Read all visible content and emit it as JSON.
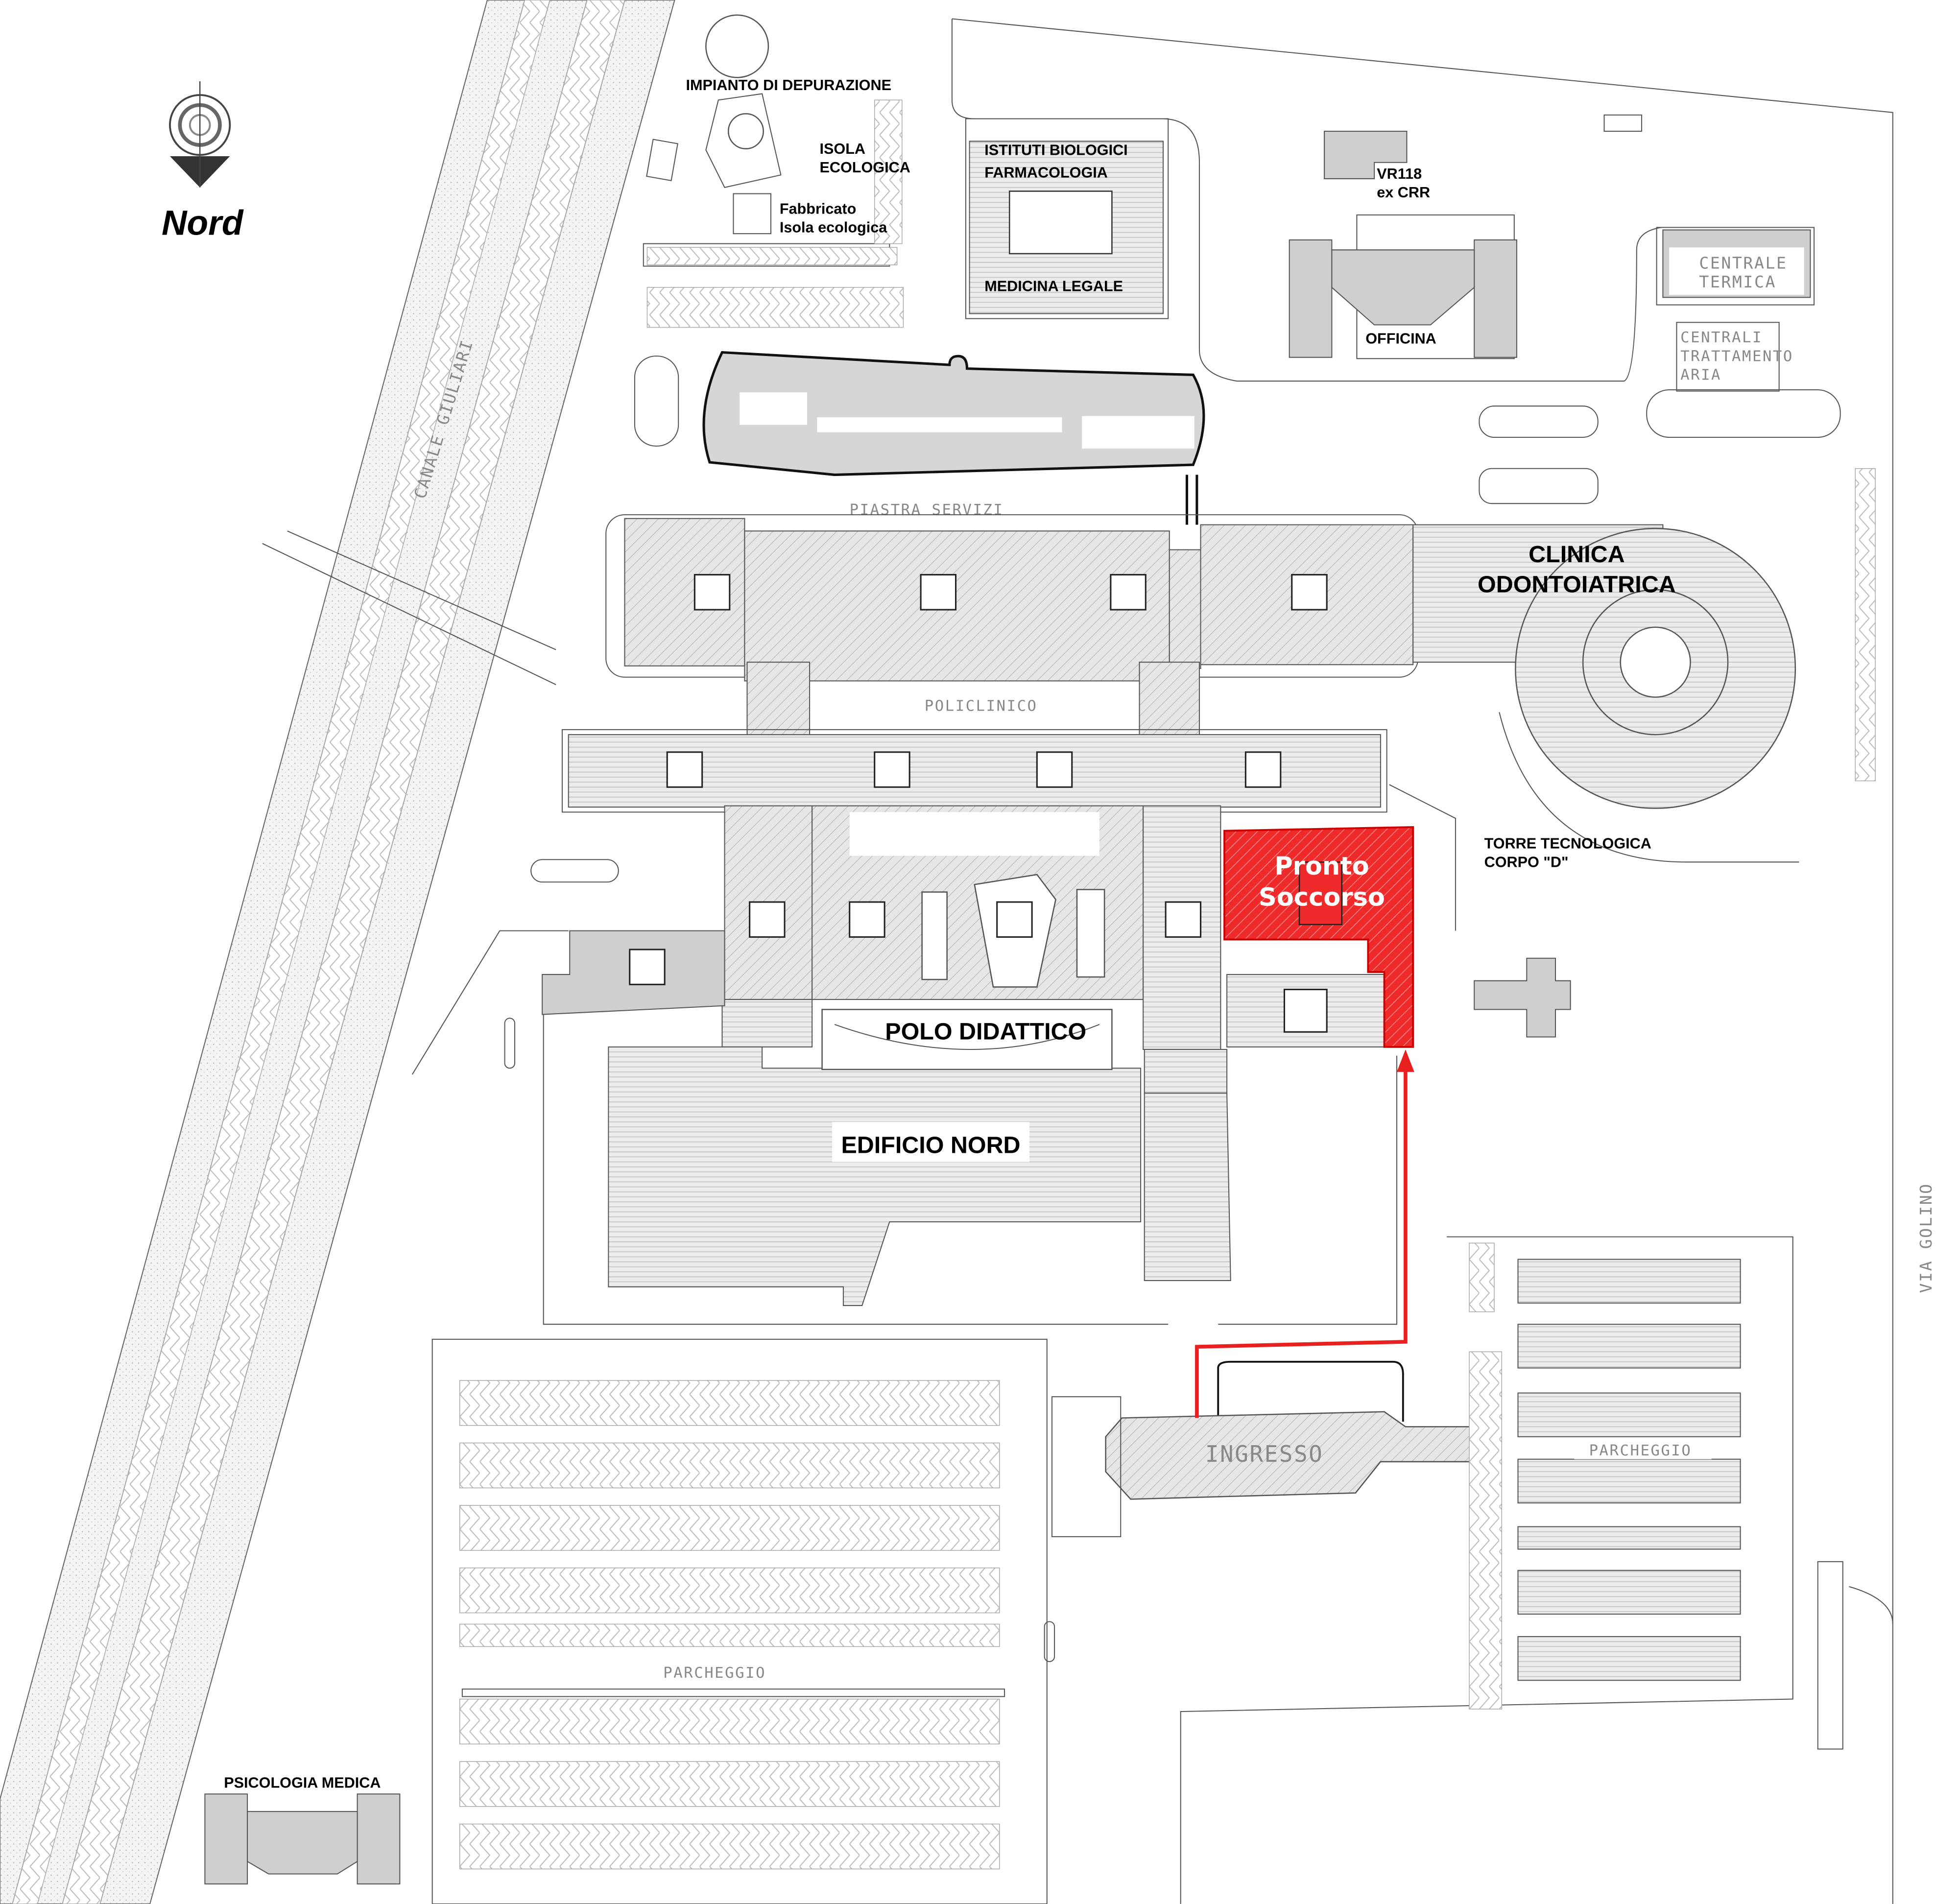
{
  "compass": {
    "label": "Nord"
  },
  "labels": {
    "depurazione": "IMPIANTO DI DEPURAZIONE",
    "isola_1": "ISOLA",
    "isola_2": "ECOLOGICA",
    "fabbricato_1": "Fabbricato",
    "fabbricato_2": "Isola ecologica",
    "istituti": "ISTITUTI BIOLOGICI",
    "farmacologia": "FARMACOLOGIA",
    "medicina_legale": "MEDICINA LEGALE",
    "vr118_1": "VR118",
    "vr118_2": "ex CRR",
    "officina": "OFFICINA",
    "centrale_1": "CENTRALE",
    "centrale_2": "TERMICA",
    "centrali_1": "CENTRALI",
    "centrali_2": "TRATTAMENTO",
    "centrali_3": "ARIA",
    "canale": "CANALE GIULIARI",
    "piastra": "PIASTRA SERVIZI",
    "clinica_1": "CLINICA",
    "clinica_2": "ODONTOIATRICA",
    "policlinico": "POLICLINICO",
    "torre_1": "TORRE TECNOLOGICA",
    "torre_2": "CORPO \"D\"",
    "pronto_1": "Pronto",
    "pronto_2": "Soccorso",
    "polo": "POLO DIDATTICO",
    "edificio_nord": "EDIFICIO NORD",
    "ingresso": "INGRESSO",
    "parcheggio_est": "PARCHEGGIO",
    "parcheggio_ovest": "PARCHEGGIO",
    "via_golino": "VIA GOLINO",
    "psicologia": "PSICOLOGIA MEDICA"
  },
  "colors": {
    "highlight": "#ee2a2a",
    "route": "#e82020",
    "building": "#cfcfcf"
  }
}
